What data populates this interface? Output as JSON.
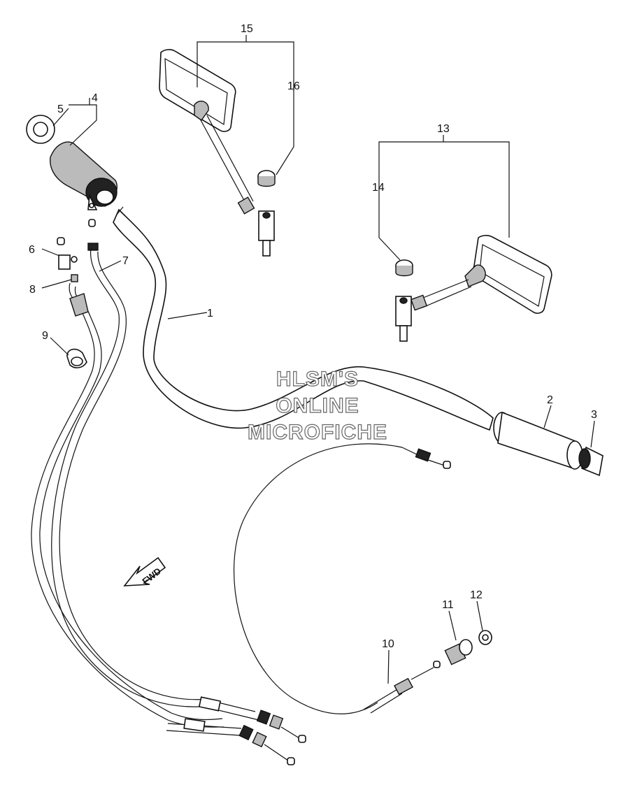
{
  "callouts": {
    "c1": "1",
    "c2": "2",
    "c3": "3",
    "c4": "4",
    "c5": "5",
    "c6": "6",
    "c7": "7",
    "c8": "8",
    "c9": "9",
    "c10": "10",
    "c11": "11",
    "c12": "12",
    "c13": "13",
    "c14": "14",
    "c15": "15",
    "c16": "16"
  },
  "watermark": {
    "line1": "HLSM'S",
    "line2": "ONLINE",
    "line3": "MICROFICHE"
  },
  "fwd_arrow_label": "FWD",
  "colors": {
    "line": "#111111",
    "background": "#ffffff",
    "watermark_outline": "#666666"
  }
}
